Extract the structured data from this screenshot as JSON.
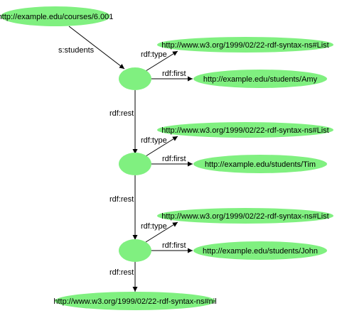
{
  "colors": {
    "node_fill": "#80f080",
    "edge": "#000000",
    "text": "#000000",
    "background": "#ffffff"
  },
  "nodes": {
    "course": "http://example.edu/courses/6.001",
    "type1": "http://www.w3.org/1999/02/22-rdf-syntax-ns#List",
    "amy": "http://example.edu/students/Amy",
    "type2": "http://www.w3.org/1999/02/22-rdf-syntax-ns#List",
    "tim": "http://example.edu/students/Tim",
    "type3": "http://www.w3.org/1999/02/22-rdf-syntax-ns#List",
    "john": "http://example.edu/students/John",
    "nil": "http://www.w3.org/1999/02/22-rdf-syntax-ns#nil",
    "blank1": "",
    "blank2": "",
    "blank3": ""
  },
  "edges": {
    "students": "s:students",
    "type1": "rdf:type",
    "first1": "rdf:first",
    "rest1": "rdf:rest",
    "type2": "rdf:type",
    "first2": "rdf:first",
    "rest2": "rdf:rest",
    "type3": "rdf:type",
    "first3": "rdf:first",
    "rest3": "rdf:rest"
  }
}
